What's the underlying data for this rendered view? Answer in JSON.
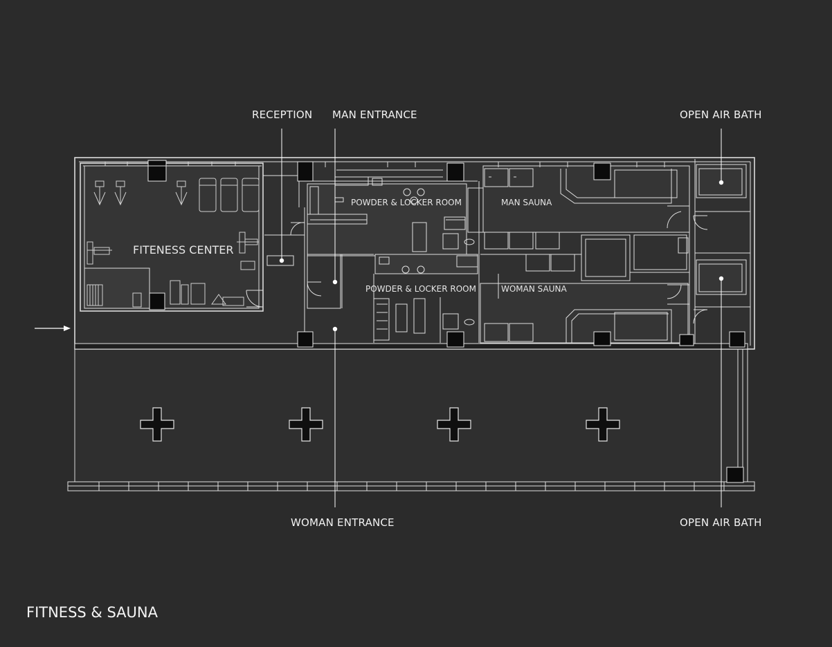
{
  "title": "FITNESS & SAUNA",
  "colors": {
    "background": "#2b2b2b",
    "wall": "#e0e0e0",
    "floor": "#333333",
    "column": "#0c0c0c",
    "text": "#f2f2f2"
  },
  "callouts": {
    "reception": "RECEPTION",
    "man_entrance": "MAN ENTRANCE",
    "open_air_bath_top": "OPEN AIR BATH",
    "woman_entrance": "WOMAN ENTRANCE",
    "open_air_bath_bottom": "OPEN AIR BATH"
  },
  "rooms": {
    "fitness_center": "FITENESS CENTER",
    "powder_locker_man": "POWDER & LOCKER ROOM",
    "man_sauna": "MAN SAUNA",
    "powder_locker_woman": "POWDER & LOCKER ROOM",
    "woman_sauna": "WOMAN SAUNA"
  },
  "icons": [
    "entrance-arrow-icon",
    "cross-column-icon",
    "door-swing-icon",
    "treadmill-icon",
    "toilet-icon",
    "shower-icon"
  ]
}
